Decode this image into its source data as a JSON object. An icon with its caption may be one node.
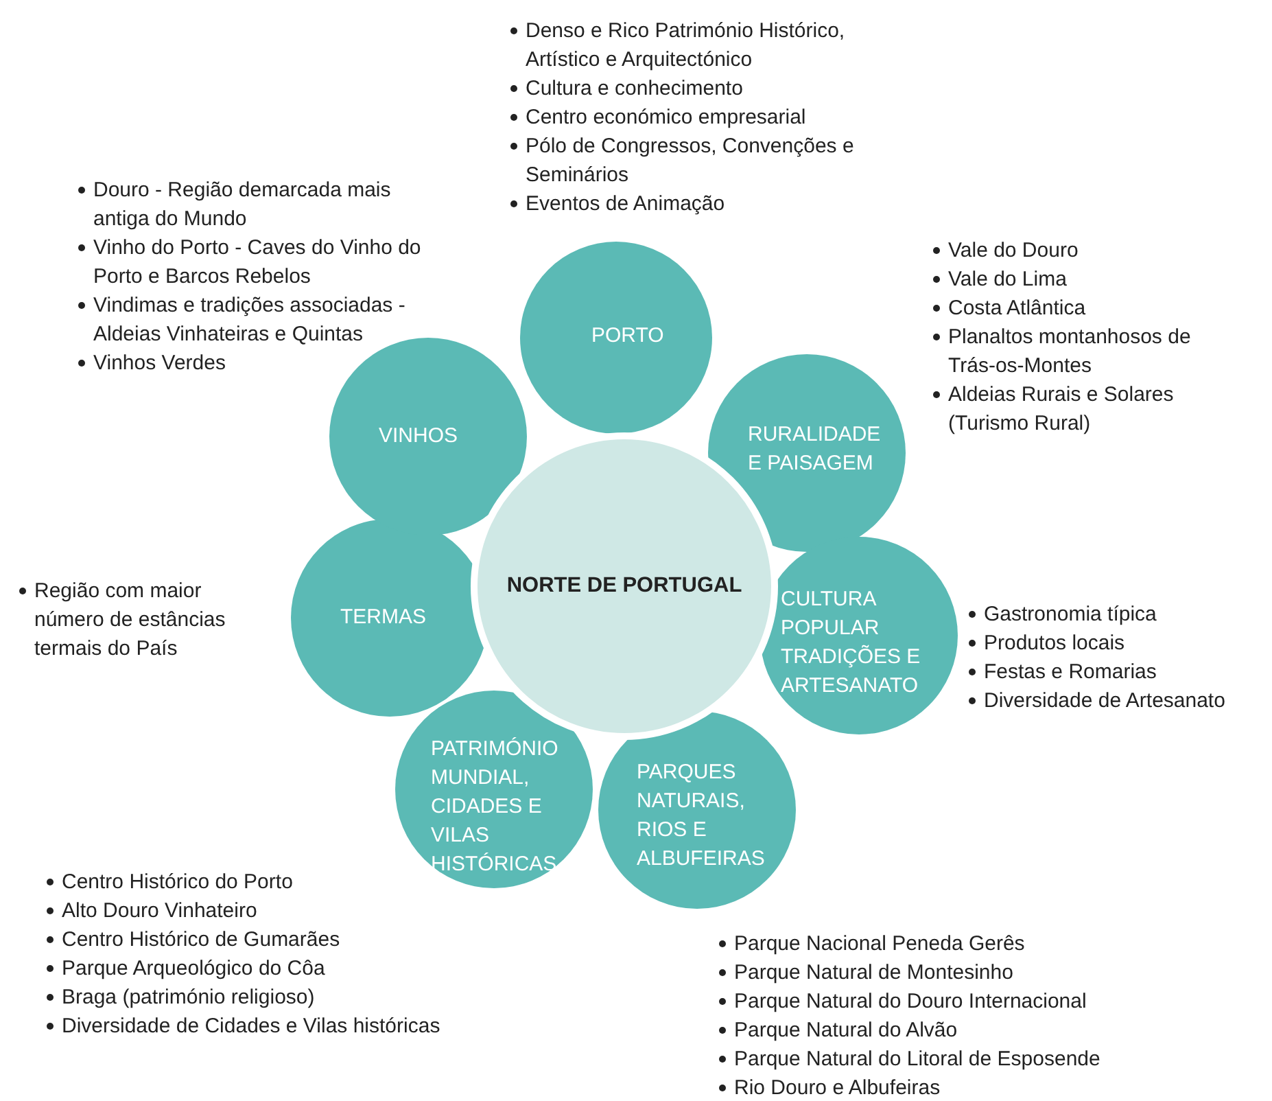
{
  "diagram": {
    "nodes": [
      {
        "text": [
          "NORTE DE PORTUGAL"
        ]
      },
      {
        "text": [
          "PORTO"
        ],
        "beside": [
          "Denso e Rico Património Histórico, Artístico e Arquitectónico",
          "Cultura e conhecimento",
          "Centro económico empresarial",
          "Pólo de Congressos, Convenções e Seminários",
          "Eventos de Animação"
        ]
      },
      {
        "text": [
          "RURALIDADE E PAISAGEM"
        ],
        "beside": [
          "Vale do Douro",
          "Vale do Lima",
          "Costa Atlântica",
          "Planaltos montanhosos de Trás-os-Montes",
          "Aldeias Rurais e Solares (Turismo Rural)"
        ]
      },
      {
        "text": [
          "CULTURA POPULAR TRADIÇÕES E ARTESANATO"
        ],
        "beside": [
          "Gastronomia típica",
          "Produtos locais",
          "Festas e Romarias",
          "Diversidade de Artesanato"
        ]
      },
      {
        "text": [
          "PARQUES NATURAIS, RIOS E ALBUFEIRAS"
        ],
        "beside": [
          "Parque Nacional Peneda Gerês",
          "Parque Natural de Montesinho",
          "Parque Natural do Douro Internacional",
          "Parque Natural do Alvão",
          "Parque Natural do Litoral de Esposende",
          "Rio Douro e Albufeiras"
        ]
      },
      {
        "text": [
          "PATRIMÓNIO MUNDIAL, CIDADES E VILAS HISTÓRICAS"
        ],
        "beside": [
          "Centro Histórico do Porto",
          "Alto Douro Vinhateiro",
          "Centro Histórico de Gumarães",
          "Parque Arqueológico do Côa",
          "Braga (património religioso)",
          "Diversidade de Cidades e Vilas históricas"
        ]
      },
      {
        "text": [
          "TERMAS"
        ],
        "beside": [
          "Região com maior número de estâncias termais do País"
        ]
      },
      {
        "text": [
          "VINHOS"
        ],
        "beside": [
          "Douro - Região demarcada mais antiga do Mundo",
          "Vinho do Porto - Caves do Vinho do Porto e Barcos Rebelos",
          "Vindimas e tradições associadas - Aldeias Vinhateiras e Quintas",
          "Vinhos Verdes"
        ]
      }
    ]
  }
}
